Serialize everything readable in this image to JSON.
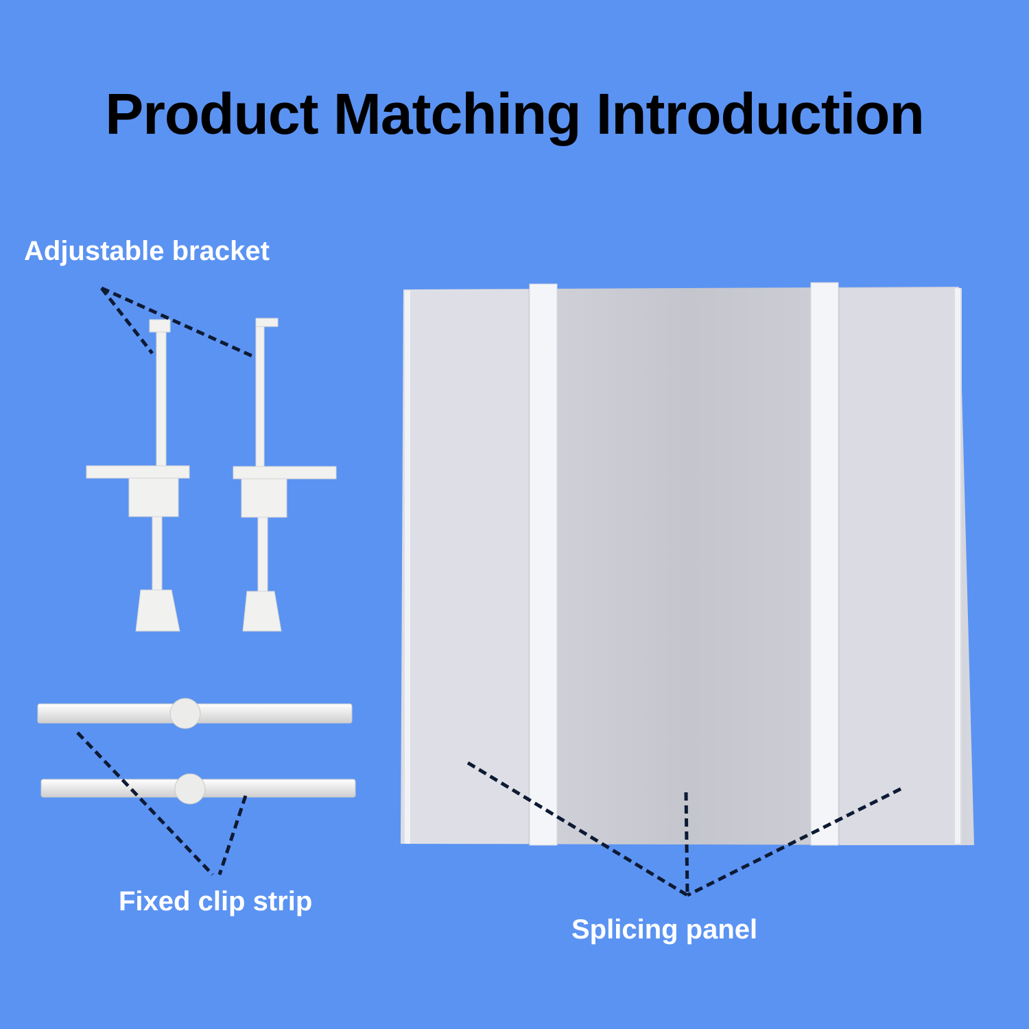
{
  "title": "Product Matching Introduction",
  "colors": {
    "background": "#5b93f2",
    "title": "#000000",
    "label": "#ffffff",
    "part": "#eef0f4"
  },
  "parts": [
    {
      "label": "Adjustable bracket"
    },
    {
      "label": "Fixed clip strip"
    },
    {
      "label": "Splicing panel"
    }
  ]
}
